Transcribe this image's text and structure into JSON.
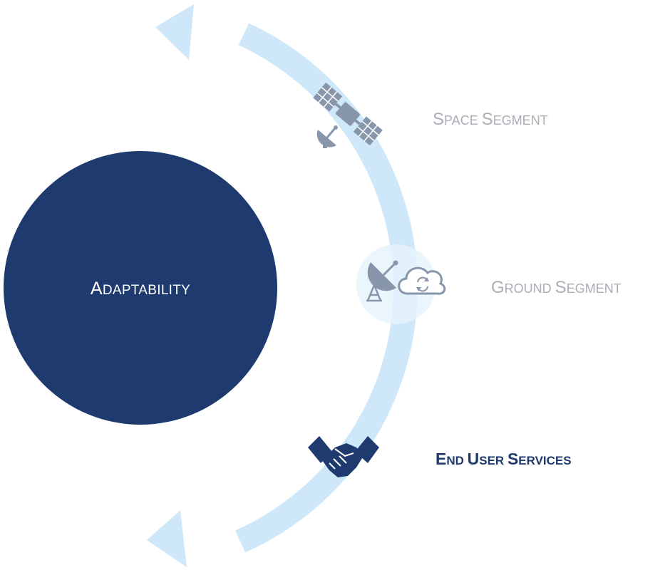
{
  "center": {
    "label_initial": "A",
    "label_rest": "DAPTABILITY",
    "color": "#1e3a6e"
  },
  "cycle": {
    "arc_color": "#cfe8f9"
  },
  "segments": [
    {
      "initial1": "S",
      "rest1": "PACE ",
      "initial2": "S",
      "rest2": "EGMENT",
      "icon": "satellite-icon",
      "state": "inactive"
    },
    {
      "initial1": "G",
      "rest1": "ROUND ",
      "initial2": "S",
      "rest2": "EGMENT",
      "icon": "ground-station-cloud-icon",
      "state": "inactive"
    },
    {
      "initial1": "E",
      "rest1": "ND ",
      "initial2": "U",
      "rest2": "SER ",
      "initial3": "S",
      "rest3": "ERVICES",
      "icon": "handshake-icon",
      "state": "active"
    }
  ],
  "colors": {
    "inactive_text": "#a9aeb6",
    "active_text": "#1e3a6e",
    "icon_inactive": "#8796ab"
  }
}
